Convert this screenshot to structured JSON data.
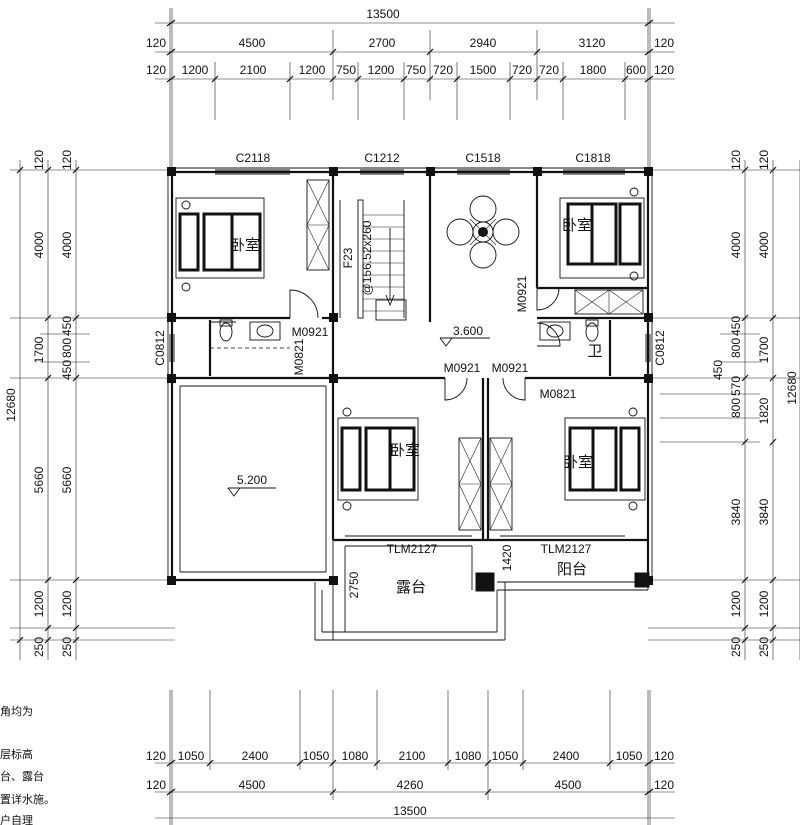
{
  "dims": {
    "top_total": "13500",
    "top_row1": [
      "120",
      "4500",
      "2700",
      "2940",
      "3120",
      "120"
    ],
    "top_row2": [
      "120",
      "1200",
      "2100",
      "1200",
      "750",
      "1200",
      "750",
      "720",
      "1500",
      "720",
      "720",
      "1800",
      "600",
      "120"
    ],
    "bottom_row1": [
      "120",
      "1050",
      "2400",
      "1050",
      "1080",
      "2100",
      "1080",
      "1050",
      "2400",
      "1050",
      "120"
    ],
    "bottom_row2": [
      "120",
      "4500",
      "4260",
      "4500",
      "120"
    ],
    "bottom_total": "13500",
    "left_outer": [
      "120",
      "4000",
      "1700",
      "5660",
      "1200",
      "250"
    ],
    "left_outer_total": "12680",
    "left_inner": [
      "120",
      "4000",
      "450",
      "800",
      "450",
      "5660",
      "1200",
      "250"
    ],
    "right_outer": [
      "120",
      "4000",
      "1700",
      "1820",
      "3840",
      "1200",
      "250"
    ],
    "right_outer_total": "12680",
    "right_inner": [
      "120",
      "4000",
      "450",
      "800",
      "450",
      "570",
      "800",
      "3840",
      "1200",
      "250"
    ],
    "inner_1420": "1420",
    "inner_2750": "2750"
  },
  "windows": {
    "c2118": "C2118",
    "c1212": "C1212",
    "c1518": "C1518",
    "c1818": "C1818",
    "c0812_left": "C0812",
    "c0812_right": "C0812"
  },
  "doors": {
    "m0921_a": "M0921",
    "m0821_a": "M0821",
    "m0921_b": "M0921",
    "m0921_c": "M0921",
    "m0921_d": "M0921",
    "m0821_b": "M0821",
    "tlm_left": "TLM2127",
    "tlm_right": "TLM2127"
  },
  "rooms": {
    "bedroom_nw": "卧室",
    "bedroom_ne": "卧室",
    "bedroom_c": "卧室",
    "bedroom_se": "卧室",
    "bath_e": "卫",
    "terrace": "露台",
    "balcony": "阳台"
  },
  "stair": {
    "line1": "F23",
    "line2": "@156.52x260"
  },
  "levels": {
    "hall": "3.600",
    "roof": "5.200"
  },
  "notes": [
    "角均为",
    "",
    "层标高",
    "台、露台",
    "置详水施。",
    "户自理"
  ]
}
